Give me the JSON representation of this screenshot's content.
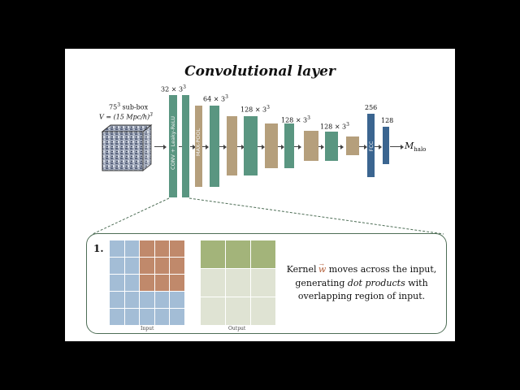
{
  "title": "Convolutional layer",
  "input": {
    "line1_base": "75",
    "line1_sup": "3",
    "line1_rest": " sub-box",
    "line2": "V = (15 Mpc/h)",
    "line2_sup": "3"
  },
  "size_labels": {
    "conv1": "32 × 3",
    "pool": "64 × 3",
    "conv2": "128 × 3",
    "conv3": "128 × 3",
    "conv4": "128 × 3",
    "sup": "3",
    "fc1": "256",
    "fc2": "128"
  },
  "vertical_labels": {
    "conv": "CONV + Leaky-ReLU",
    "pool": "MAX-POOL",
    "fcc": "FCC"
  },
  "output_label": "M",
  "output_subscript": "halo",
  "panel": {
    "step": "1.",
    "text_part1": "Kernel ",
    "kernel_symbol": "w",
    "text_part2": " moves across the input, generating ",
    "text_em": "dot products",
    "text_part3": " with overlapping region of input.",
    "input_label": "Input",
    "output_label": "Output"
  },
  "colors": {
    "teal": "#5a9681",
    "tan": "#b59f7c",
    "navy": "#3b6590",
    "input_cell": "#a3bdd6",
    "kernel_cell": "#c0896b",
    "output_top": "#a3b47a",
    "output_rest": "#dfe3d3",
    "panel_border": "#4e6e56"
  }
}
